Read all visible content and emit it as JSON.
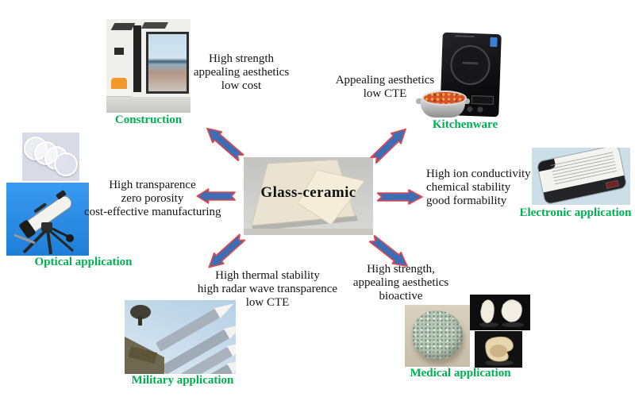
{
  "center": {
    "title": "Glass-ceramic"
  },
  "colors": {
    "label_green": "#00b050",
    "arrow_fill": "#3d6eb5",
    "arrow_outline": "#e8474b",
    "text": "#141414",
    "background": "#ffffff"
  },
  "applications": [
    {
      "id": "construction",
      "label": "Construction",
      "properties": [
        "High strength",
        "appealing aesthetics",
        "low cost"
      ]
    },
    {
      "id": "kitchenware",
      "label": "Kitchenware",
      "properties": [
        "Appealing aesthetics",
        "low CTE"
      ]
    },
    {
      "id": "optical",
      "label": "Optical application",
      "properties": [
        "High transparence",
        "zero porosity",
        "cost-effective manufacturing"
      ]
    },
    {
      "id": "electronic",
      "label": "Electronic application",
      "properties": [
        "High ion conductivity",
        "chemical stability",
        "good formability"
      ]
    },
    {
      "id": "military",
      "label": "Military application",
      "properties": [
        "High thermal stability",
        "high radar wave transparence",
        "low CTE"
      ]
    },
    {
      "id": "medical",
      "label": "Medical application",
      "properties": [
        "High strength,",
        "appealing aesthetics",
        "bioactive"
      ]
    }
  ],
  "images": {
    "center": "glass-ceramic-plates-photo",
    "construction": "house-interior-glass-wall-photo",
    "kitchenware": [
      "induction-cooker-photo",
      "cooking-pot-photo"
    ],
    "optical": [
      "glass-lenses-photo",
      "telescope-photo"
    ],
    "electronic": "battery-photo",
    "military": "missiles-photo",
    "medical": [
      "porous-scaffold-photo",
      "dental-crowns-photo",
      "dental-crown-photo"
    ]
  }
}
